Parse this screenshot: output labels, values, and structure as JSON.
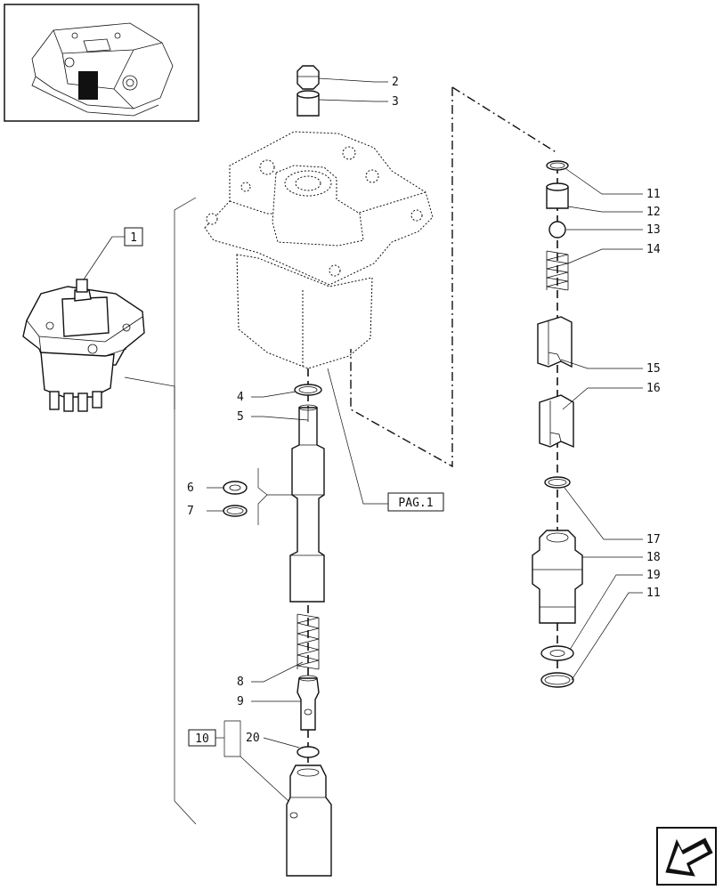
{
  "references": {
    "ref_1": "1",
    "ref_10": "10",
    "page_ref": "PAG.1"
  },
  "callouts": {
    "c2": "2",
    "c3": "3",
    "c4": "4",
    "c5": "5",
    "c6": "6",
    "c7": "7",
    "c8": "8",
    "c9": "9",
    "c20": "20",
    "c11a": "11",
    "c12": "12",
    "c13": "13",
    "c14": "14",
    "c15": "15",
    "c16": "16",
    "c17": "17",
    "c18": "18",
    "c19": "19",
    "c11b": "11"
  },
  "icons": {
    "thumbnail": "assembly-thumbnail-icon",
    "navigation": "arrow-bottom-left-icon"
  }
}
